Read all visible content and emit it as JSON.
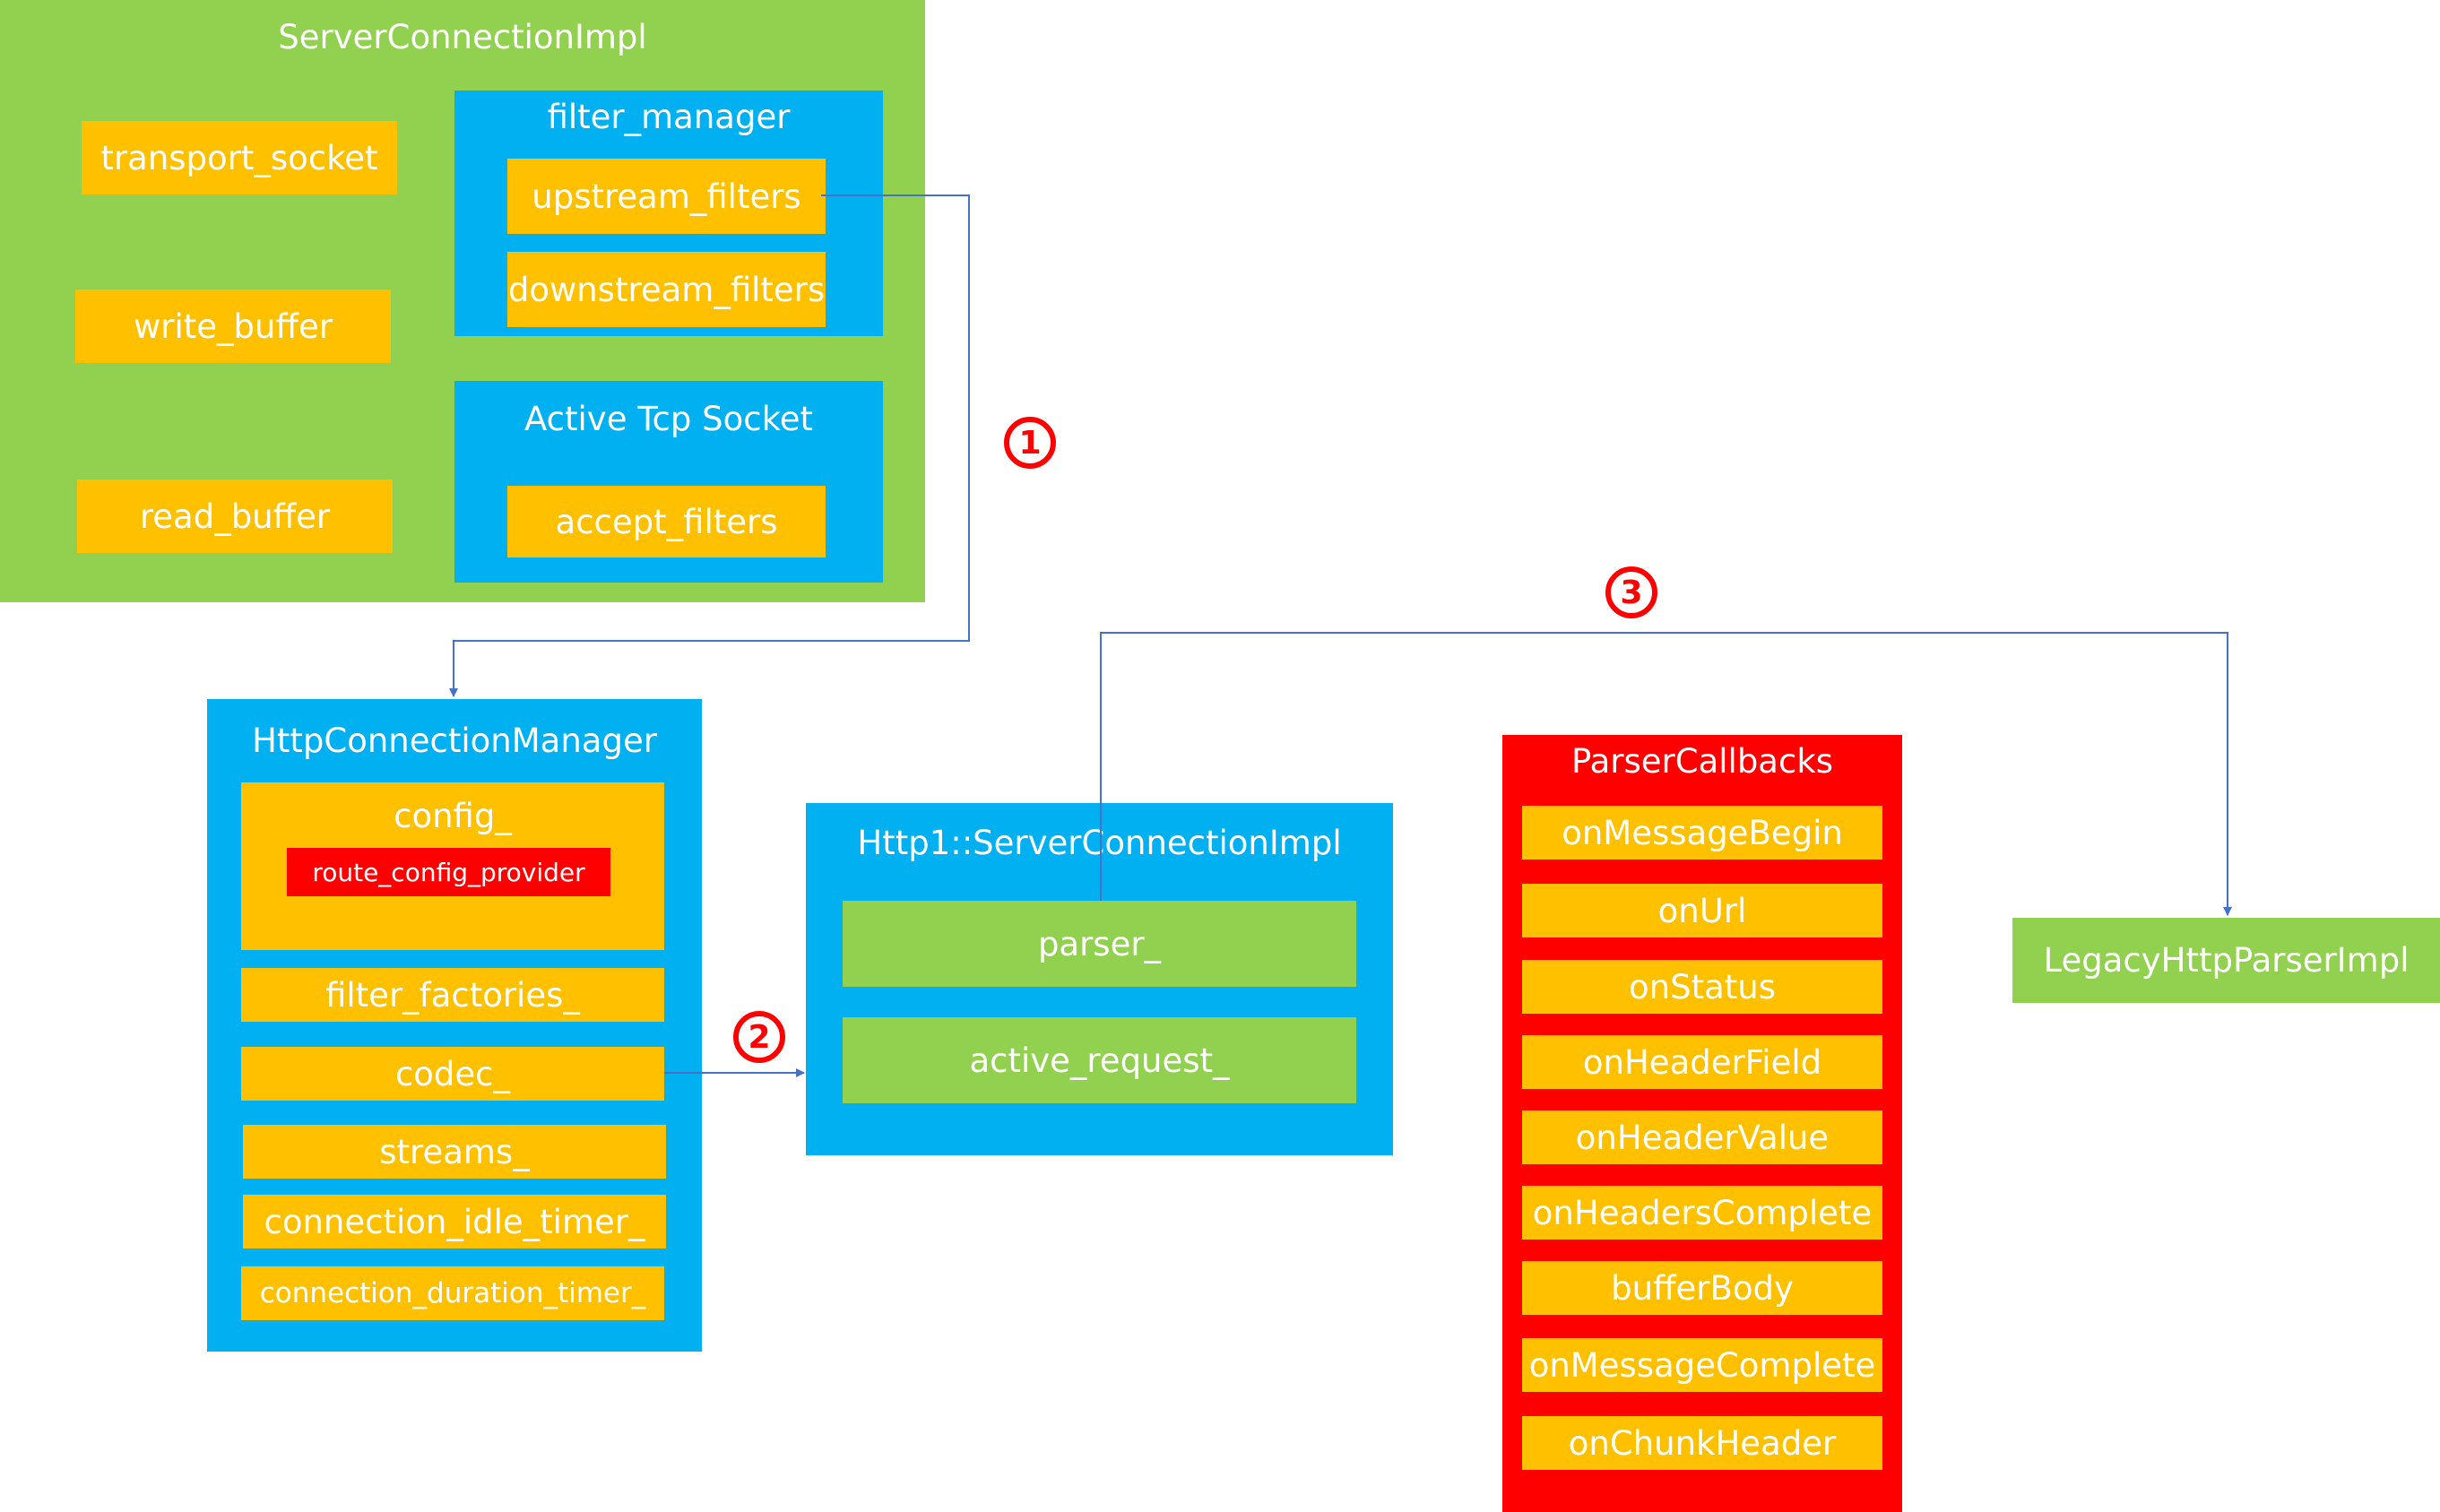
{
  "server_connection_impl": {
    "title": "ServerConnectionImpl",
    "transport_socket": "transport_socket",
    "write_buffer": "write_buffer",
    "read_buffer": "read_buffer",
    "filter_manager": {
      "title": "filter_manager",
      "upstream_filters": "upstream_filters",
      "downstream_filters": "downstream_filters"
    },
    "active_tcp_socket": {
      "title": "Active Tcp Socket",
      "accept_filters": "accept_filters"
    }
  },
  "http_connection_manager": {
    "title": "HttpConnectionManager",
    "config": {
      "title": "config_",
      "route_config_provider": "route_config_provider"
    },
    "filter_factories": "filter_factories_",
    "codec": "codec_",
    "streams": "streams_",
    "connection_idle_timer": "connection_idle_timer_",
    "connection_duration_timer": "connection_duration_timer_"
  },
  "http1_server_connection_impl": {
    "title": "Http1::ServerConnectionImpl",
    "parser": "parser_",
    "active_request": "active_request_"
  },
  "parser_callbacks": {
    "title": "ParserCallbacks",
    "items": [
      "onMessageBegin",
      "onUrl",
      "onStatus",
      "onHeaderField",
      "onHeaderValue",
      "onHeadersComplete",
      "bufferBody",
      "onMessageComplete",
      "onChunkHeader"
    ]
  },
  "legacy_http_parser_impl": "LegacyHttpParserImpl",
  "markers": {
    "step1": "1",
    "step2": "2",
    "step3": "3"
  },
  "colors": {
    "green": "#92d050",
    "blue": "#00b0f0",
    "orange": "#ffc000",
    "red": "#ff0000",
    "connector": "#4472c4"
  }
}
